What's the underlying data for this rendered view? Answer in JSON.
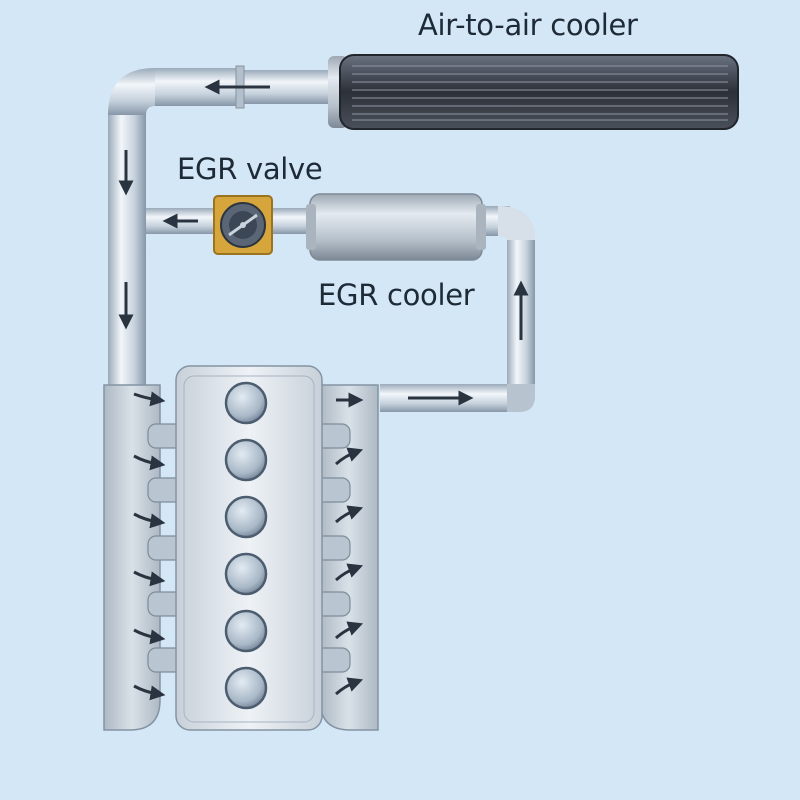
{
  "labels": {
    "air_to_air_cooler": "Air-to-air cooler",
    "egr_valve": "EGR valve",
    "egr_cooler": "EGR cooler"
  },
  "colors": {
    "background": "#d4e7f6",
    "pipe": "#c9d6e2",
    "pipe_edge": "#8a9aab",
    "flow_arrow": "#2a3440",
    "valve_body": "#d6a63c",
    "radiator_core": "#3b3f47"
  },
  "engine": {
    "cylinders": 6
  }
}
